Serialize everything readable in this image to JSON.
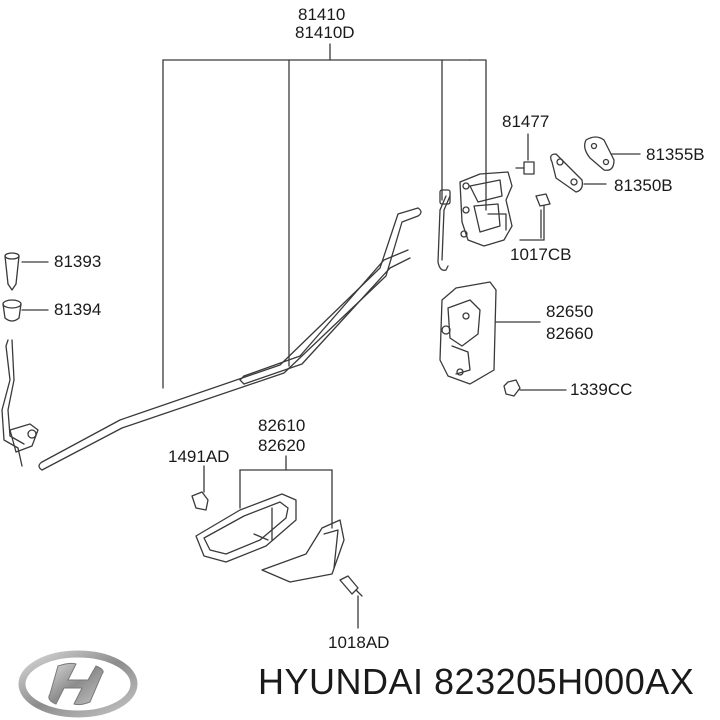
{
  "labels": {
    "p81410": "81410",
    "p81410d": "81410D",
    "p81477": "81477",
    "p81355b": "81355B",
    "p81350b": "81350B",
    "p1017cb": "1017CB",
    "p81393": "81393",
    "p81394": "81394",
    "p82650": "82650",
    "p82660": "82660",
    "p1339cc": "1339CC",
    "p82610": "82610",
    "p82620": "82620",
    "p1491ad": "1491AD",
    "p1018ad": "1018AD"
  },
  "footer": {
    "brand_text": "HYUNDAI 823205H000AX"
  },
  "icons": [
    "hyundai-logo"
  ],
  "colors": {
    "line": "#3a3a3a",
    "text": "#1a1a1a"
  }
}
